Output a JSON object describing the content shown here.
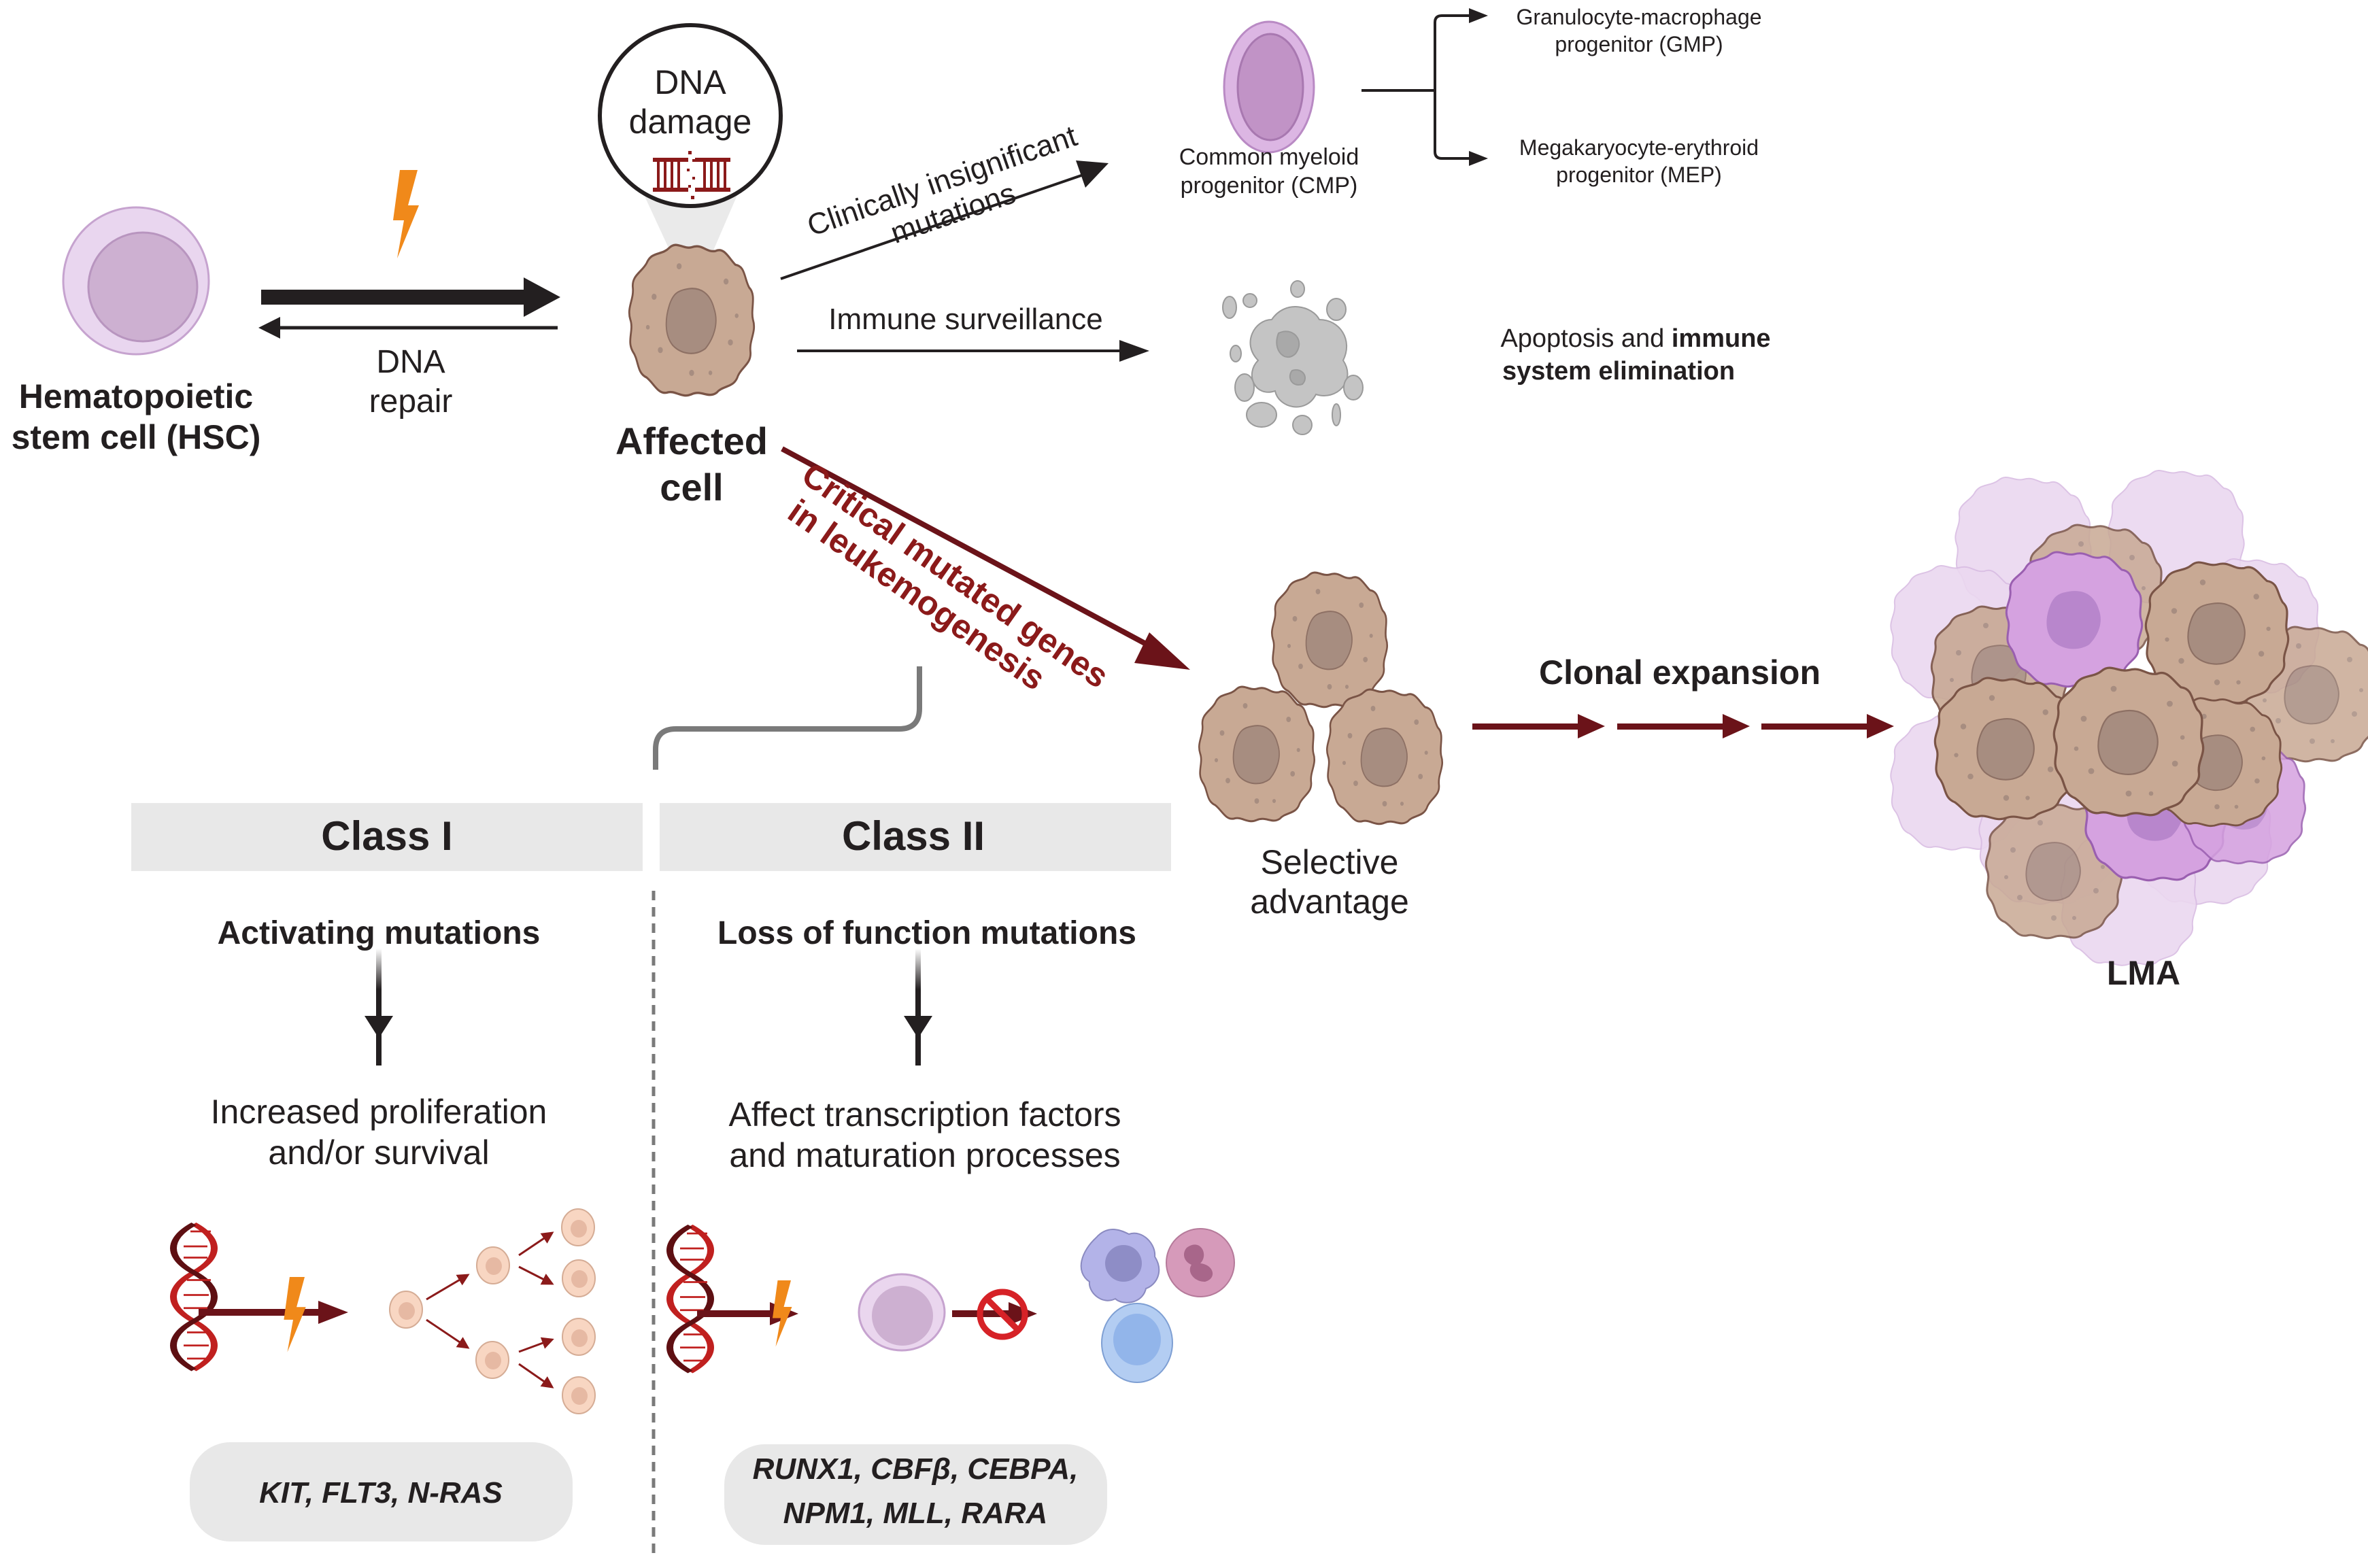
{
  "title": "From hematopoietic stem cell to LMA",
  "colors": {
    "dark_arrow": "#231f20",
    "maroon_arrow": "#6b1319",
    "critical_text": "#8b1a1a",
    "lightning": "#f0891a",
    "class_header_bg": "#e8e8e8",
    "gene_box_bg": "#e8e8e8",
    "hsc_outer": "#e9d6ef",
    "hsc_inner": "#cdb0d1",
    "affected_cell": "#c8a994",
    "affected_nucleus": "#a78d80",
    "cmp_outer": "#dcb6e3",
    "cmp_inner": "#c193c6",
    "apoptotic": "#c4c4c4",
    "leukemic_purple": "#d5a2e0"
  },
  "hsc": {
    "label_line1": "Hematopoietic",
    "label_line2": "stem cell (HSC)",
    "icon": "stem-cell-icon"
  },
  "damage_arrow": {
    "icon": "lightning-icon",
    "repair_line1": "DNA",
    "repair_line2": "repair"
  },
  "dna_damage_callout": {
    "line1": "DNA",
    "line2": "damage",
    "icon": "broken-dna-icon"
  },
  "affected_cell": {
    "label_line1": "Affected",
    "label_line2": "cell"
  },
  "branch_insignificant": {
    "label_line1": "Clinically insignificant",
    "label_line2": "mutations"
  },
  "cmp": {
    "label_line1": "Common myeloid",
    "label_line2": "progenitor (CMP)"
  },
  "gmp": {
    "label_line1": "Granulocyte-macrophage",
    "label_line2": "progenitor (GMP)"
  },
  "mep": {
    "label_line1": "Megakaryocyte-erythroid",
    "label_line2": "progenitor (MEP)"
  },
  "branch_immune": {
    "label": "Immune surveillance"
  },
  "apoptosis": {
    "label_normal": "Apoptosis and ",
    "label_bold1": "immune",
    "label_bold2": "system elimination"
  },
  "branch_critical": {
    "label_line1": "Critical mutated genes",
    "label_line2": "in leukemogenesis"
  },
  "selective": {
    "label_line1": "Selective",
    "label_line2": "advantage"
  },
  "clonal": {
    "label": "Clonal expansion"
  },
  "lma": {
    "label": "LMA"
  },
  "class_one": {
    "header": "Class I",
    "subtitle": "Activating mutations",
    "effect_line1": "Increased proliferation",
    "effect_line2": "and/or survival",
    "genes": "KIT, FLT3, N-RAS"
  },
  "class_two": {
    "header": "Class II",
    "subtitle": "Loss of function mutations",
    "effect_line1": "Affect transcription factors",
    "effect_line2": "and maturation processes",
    "genes_line1": "RUNX1, CBFβ, CEBPA,",
    "genes_line2": "NPM1, MLL, RARA"
  }
}
